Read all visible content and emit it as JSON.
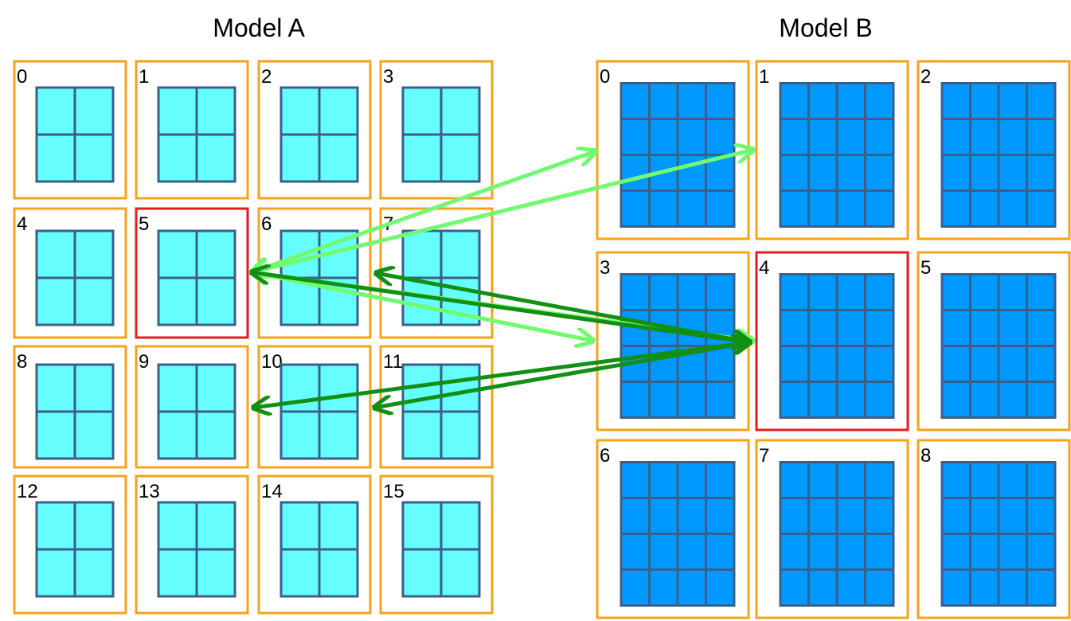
{
  "model_a": {
    "title": "Model A",
    "cell_labels": [
      "0",
      "1",
      "2",
      "3",
      "4",
      "5",
      "6",
      "7",
      "8",
      "9",
      "10",
      "11",
      "12",
      "13",
      "14",
      "15"
    ],
    "highlighted_cell": "5",
    "subgrid": "2x2"
  },
  "model_b": {
    "title": "Model B",
    "cell_labels": [
      "0",
      "1",
      "2",
      "3",
      "4",
      "5",
      "6",
      "7",
      "8"
    ],
    "highlighted_cell": "4",
    "subgrid": "4x4"
  },
  "connections": {
    "from_model_a_cell_5": [
      "0",
      "1",
      "3",
      "4"
    ],
    "from_model_b_cell_4": [
      "5",
      "7",
      "9",
      "11"
    ]
  },
  "colors": {
    "cell_border": "#F5A31A",
    "highlight_border": "#E21C1C",
    "model_a_fill": "#66FFFF",
    "model_b_fill": "#0099FF",
    "grid_line": "#3A5F8A",
    "arrow_light": "#6FFA6F",
    "arrow_dark": "#138F13"
  }
}
